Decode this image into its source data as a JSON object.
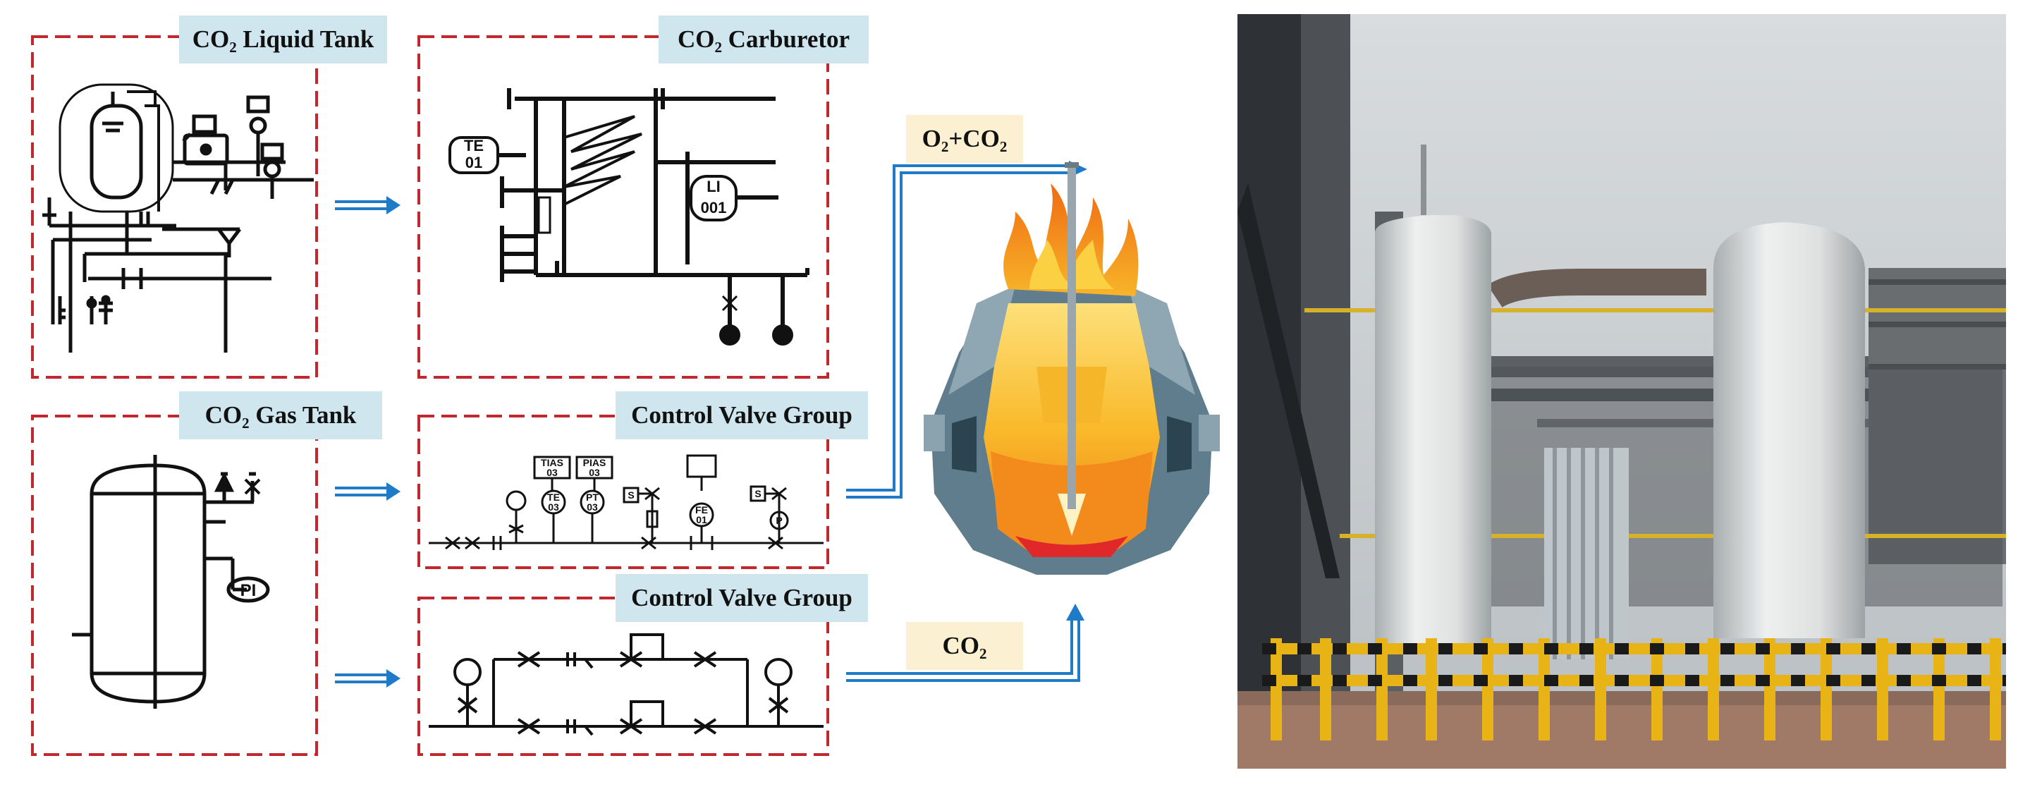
{
  "labels": {
    "liquid_tank": "CO₂ Liquid Tank",
    "carburetor": "CO₂ Carburetor",
    "gas_tank": "CO₂ Gas Tank",
    "valve_group_upper": "Control Valve Group",
    "valve_group_lower": "Control Valve Group",
    "mix_flow": "O₂+CO₂",
    "co2_flow": "CO₂"
  },
  "instrument_tags": {
    "carburetor_te": "TE",
    "carburetor_te_num": "01",
    "carburetor_level": "LI",
    "carburetor_level_num": "001",
    "gas_tank_pi": "PI",
    "valve_tias": "TIAS",
    "valve_tias_num": "03",
    "valve_pias": "PIAS",
    "valve_pias_num": "03",
    "valve_te": "TE",
    "valve_te_num": "03",
    "valve_pt": "PT",
    "valve_pt_num": "03",
    "valve_fe": "FE",
    "valve_fe_num": "01",
    "solenoid_s1": "S",
    "solenoid_s2": "S",
    "valve_p": "P"
  },
  "colors": {
    "dashed_border": "#c0282d",
    "label_fill": "#cfe6ee",
    "gas_label_fill": "#fbf1d2",
    "flow_arrow": "#1f7ac8",
    "converter_shell": "#5f7d8c",
    "flame_orange": "#f08a1c",
    "molten_yellow": "#f9c12a"
  }
}
